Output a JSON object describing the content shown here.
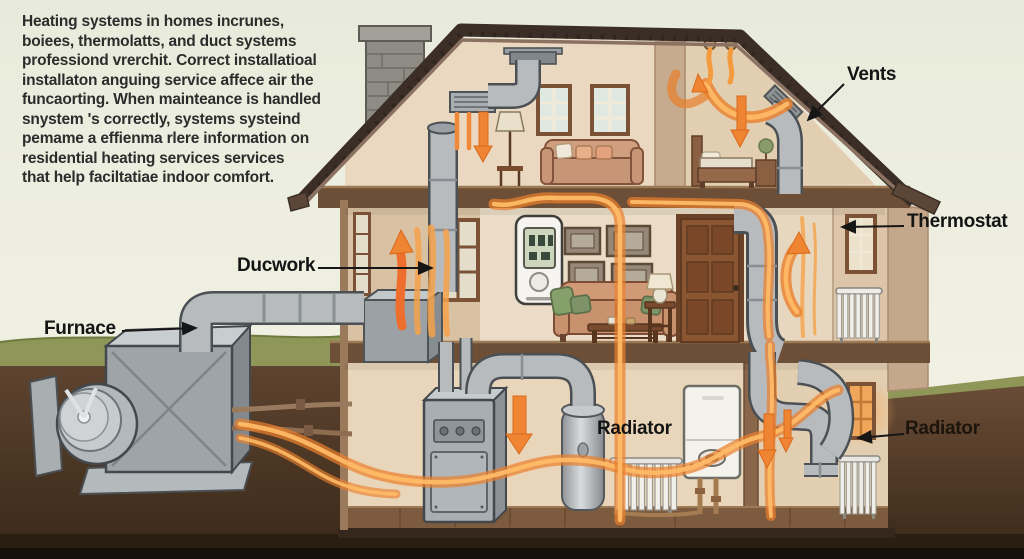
{
  "figure": {
    "title_region_text": {
      "lines": [
        "Heating systems in homes incrunes,",
        "boiees, thermolatts, and duct systems",
        "professiond vrerchit. Correct installatioal",
        "installaton anguing service affece air the",
        "funcaorting. When mainteance is handled",
        "snystem 's correctly, systems systeind",
        "pemame a effienma rlere information on",
        "residential heating services services",
        "that help faciltatiae indoor comfort."
      ]
    },
    "labels": {
      "furnace": "Furnace",
      "ductwork": "Ducwork",
      "vents": "Vents",
      "thermostat": "Thermostat",
      "radiator_basement": "Radiator",
      "radiator_exterior": "Radiator"
    },
    "colors": {
      "sky": "#edeee1",
      "grass": "#8e9757",
      "soil": "#5f4531",
      "soil_dark": "#2a1d12",
      "roof": "#3b2e26",
      "wall_cream": "#ecdfc9",
      "wall_tan": "#c5a88b",
      "floor_wood": "#7d5b3f",
      "duct_gray": "#b7bbbe",
      "duct_outline": "#4b5054",
      "heat_orange": "#ea7f2c",
      "heat_bright": "#ffbb66",
      "label_text": "#141414"
    }
  }
}
